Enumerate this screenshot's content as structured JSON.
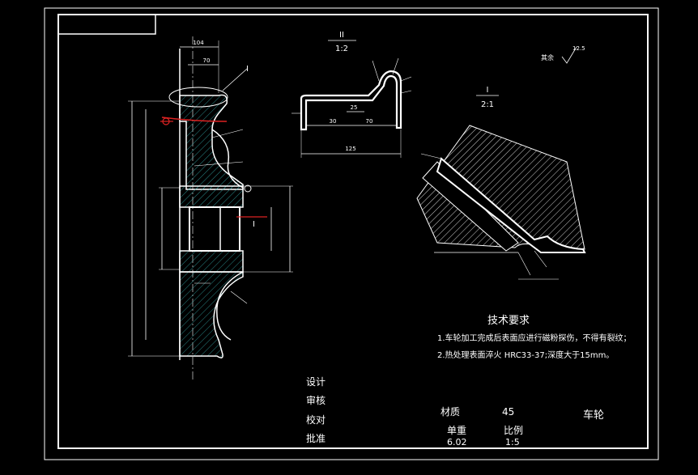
{
  "drawing": {
    "part_name": "车轮",
    "material_label": "材质",
    "material_value": "45",
    "weight_label": "单重",
    "weight_value": "6.02",
    "scale_label": "比例",
    "scale_value": "1:5",
    "row_labels": [
      "设计",
      "审核",
      "校对",
      "批准"
    ]
  },
  "tech_requirements": {
    "title": "技术要求",
    "items": [
      "1.车轮加工完成后表面应进行磁粉探伤，不得有裂纹；",
      "2.热处理表面淬火 HRC33-37;深度大于15mm。"
    ]
  },
  "views": {
    "detail_II_label": "II",
    "detail_II_scale": "1:2",
    "detail_I_label": "I",
    "detail_I_scale": "2:1",
    "section_marker": "I",
    "section_marker2": "I",
    "roughness_note": "其余",
    "roughness_value": "12.5"
  },
  "dimensions": {
    "d30": "30",
    "d25": "25",
    "d70": "70",
    "d125": "125",
    "top_a": "104",
    "top_b": "70"
  }
}
